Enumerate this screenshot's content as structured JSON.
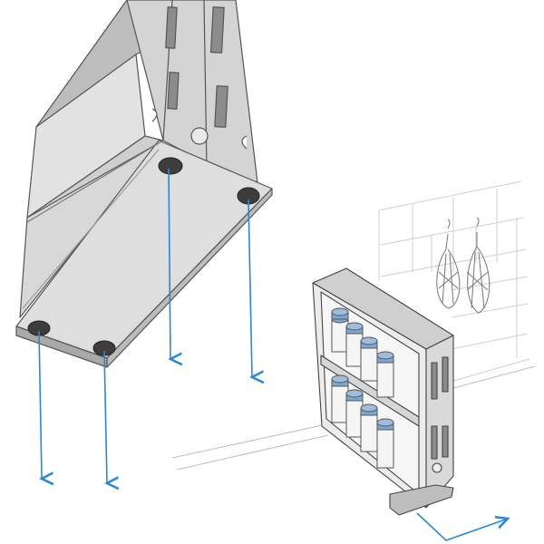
{
  "figure": {
    "kind": "assembly-illustration",
    "objects": [
      {
        "name": "spice-rack-unit-underside",
        "color": "#cfcfcf"
      },
      {
        "name": "spice-rack-installed",
        "color": "#d3d3d3"
      },
      {
        "name": "spice-jar",
        "lid_color": "#7fa6cf"
      },
      {
        "name": "mounting-foot",
        "color": "#3d3d3d"
      },
      {
        "name": "direction-arrow",
        "color": "#2f86d6"
      },
      {
        "name": "tile-wall-sketch",
        "color": "#cfcfcf"
      },
      {
        "name": "hanging-whisk",
        "color": "#777777"
      }
    ],
    "arrows_down_count": 4,
    "jars_shown": 8
  }
}
